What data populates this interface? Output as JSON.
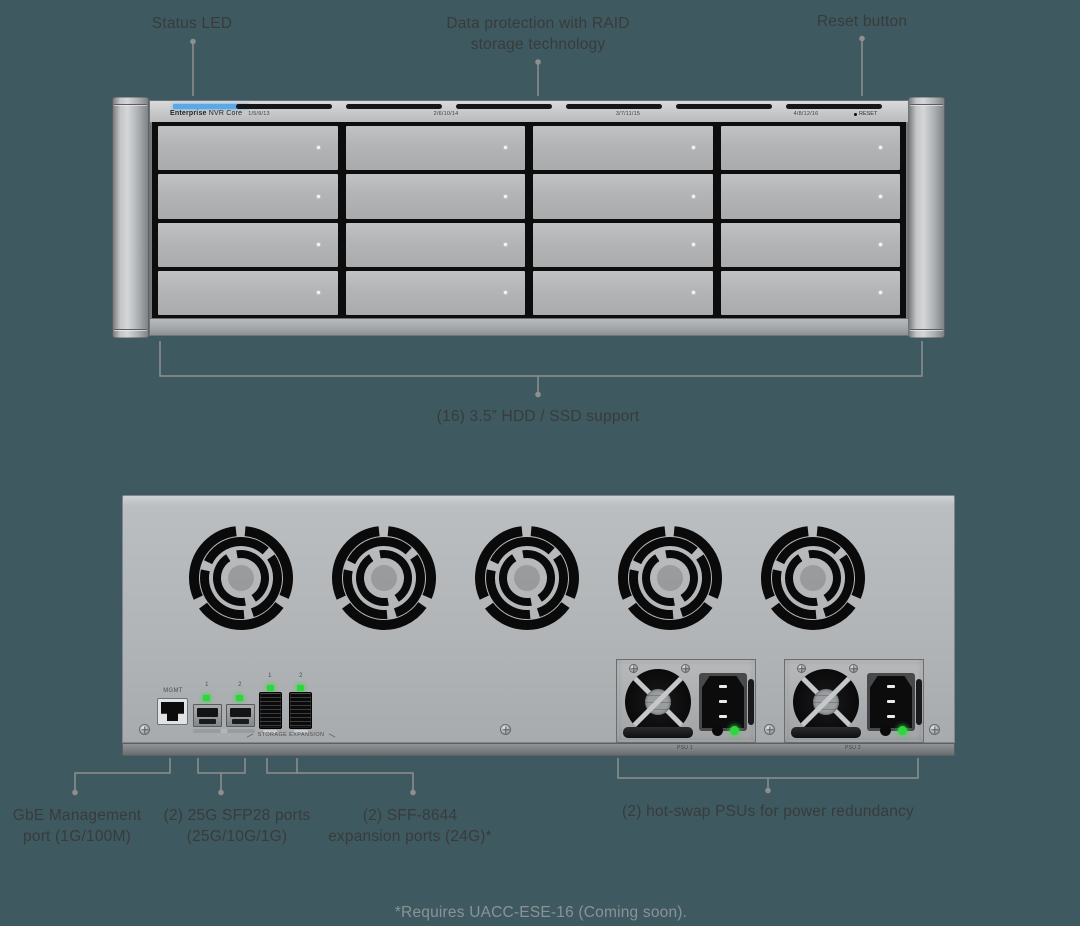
{
  "colors": {
    "background": "#3e5a60",
    "status_led_blue": "#57a9e8",
    "port_led_green": "#2ed63d",
    "label_dark": "#383b3c",
    "label_muted": "#8a9397",
    "callout_line": "#8e9090"
  },
  "front": {
    "title_bold": "Enterprise",
    "title_rest": " NVR Core",
    "bay_labels": [
      "1/5/9/13",
      "2/6/10/14",
      "3/7/11/15",
      "4/8/12/16"
    ],
    "reset_label": "RESET"
  },
  "rear": {
    "mgmt_label": "MGMT",
    "sfp_labels": [
      "1",
      "2"
    ],
    "sff_labels": [
      "1",
      "2"
    ],
    "storage_expansion_label": "STORAGE EXPANSION",
    "psu_labels": [
      "PSU 1",
      "PSU 2"
    ]
  },
  "callouts": {
    "status_led": "Status LED",
    "raid_line1": "Data protection with RAID",
    "raid_line2": "storage technology",
    "reset": "Reset button",
    "hdd_support": "(16) 3.5” HDD / SSD support",
    "gbe_line1": "GbE Management",
    "gbe_line2": "port (1G/100M)",
    "sfp_line1": "(2) 25G SFP28 ports",
    "sfp_line2": "(25G/10G/1G)",
    "sff_line1": "(2) SFF-8644",
    "sff_line2": "expansion ports (24G)*",
    "psu": "(2) hot-swap PSUs for power redundancy",
    "footnote": "*Requires UACC-ESE-16 (Coming soon)."
  }
}
